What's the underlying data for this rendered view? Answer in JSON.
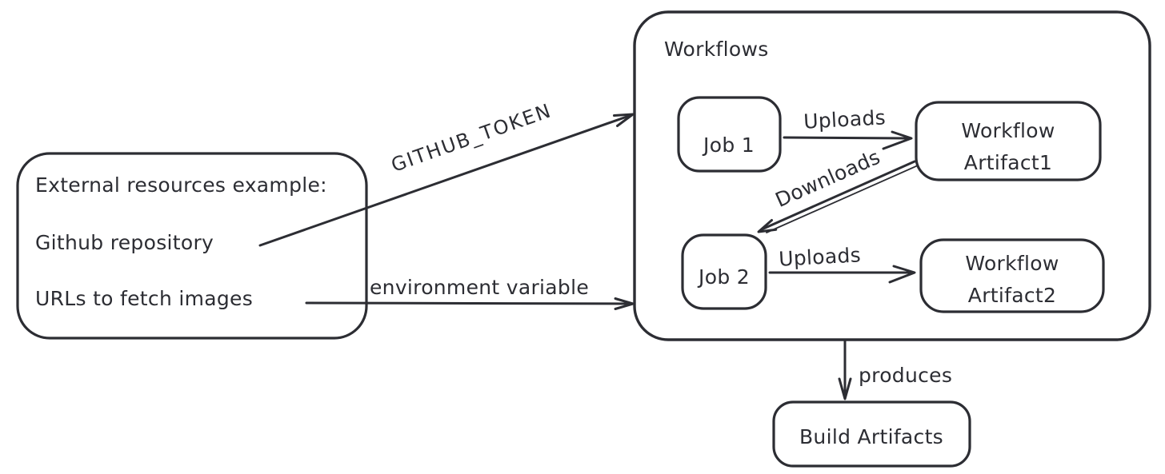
{
  "colors": {
    "stroke": "#2c2d33",
    "background": "#ffffff"
  },
  "nodes": {
    "external": {
      "title": "External resources example:",
      "lines": [
        "Github repository",
        "URLs to fetch images"
      ]
    },
    "workflows": {
      "title": "Workflows"
    },
    "job1": {
      "label": "Job 1"
    },
    "artifact1": {
      "line1": "Workflow",
      "line2": "Artifact1"
    },
    "job2": {
      "label": "Job 2"
    },
    "artifact2": {
      "line1": "Workflow",
      "line2": "Artifact2"
    },
    "build_artifacts": {
      "label": "Build Artifacts"
    }
  },
  "edges": {
    "github_token": {
      "label": "GITHUB_TOKEN"
    },
    "environment_variable": {
      "label": "environment variable"
    },
    "job1_uploads": {
      "label": "Uploads"
    },
    "downloads": {
      "label": "Downloads"
    },
    "job2_uploads": {
      "label": "Uploads"
    },
    "produces": {
      "label": "produces"
    }
  }
}
